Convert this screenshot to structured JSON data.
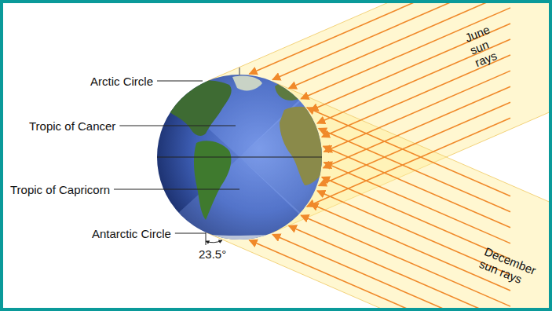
{
  "diagram": {
    "labels": [
      "Arctic Circle",
      "Tropic of Cancer",
      "Tropic of Capricorn",
      "Antarctic Circle",
      "23.5°",
      "June sun rays",
      "December sun rays"
    ]
  }
}
